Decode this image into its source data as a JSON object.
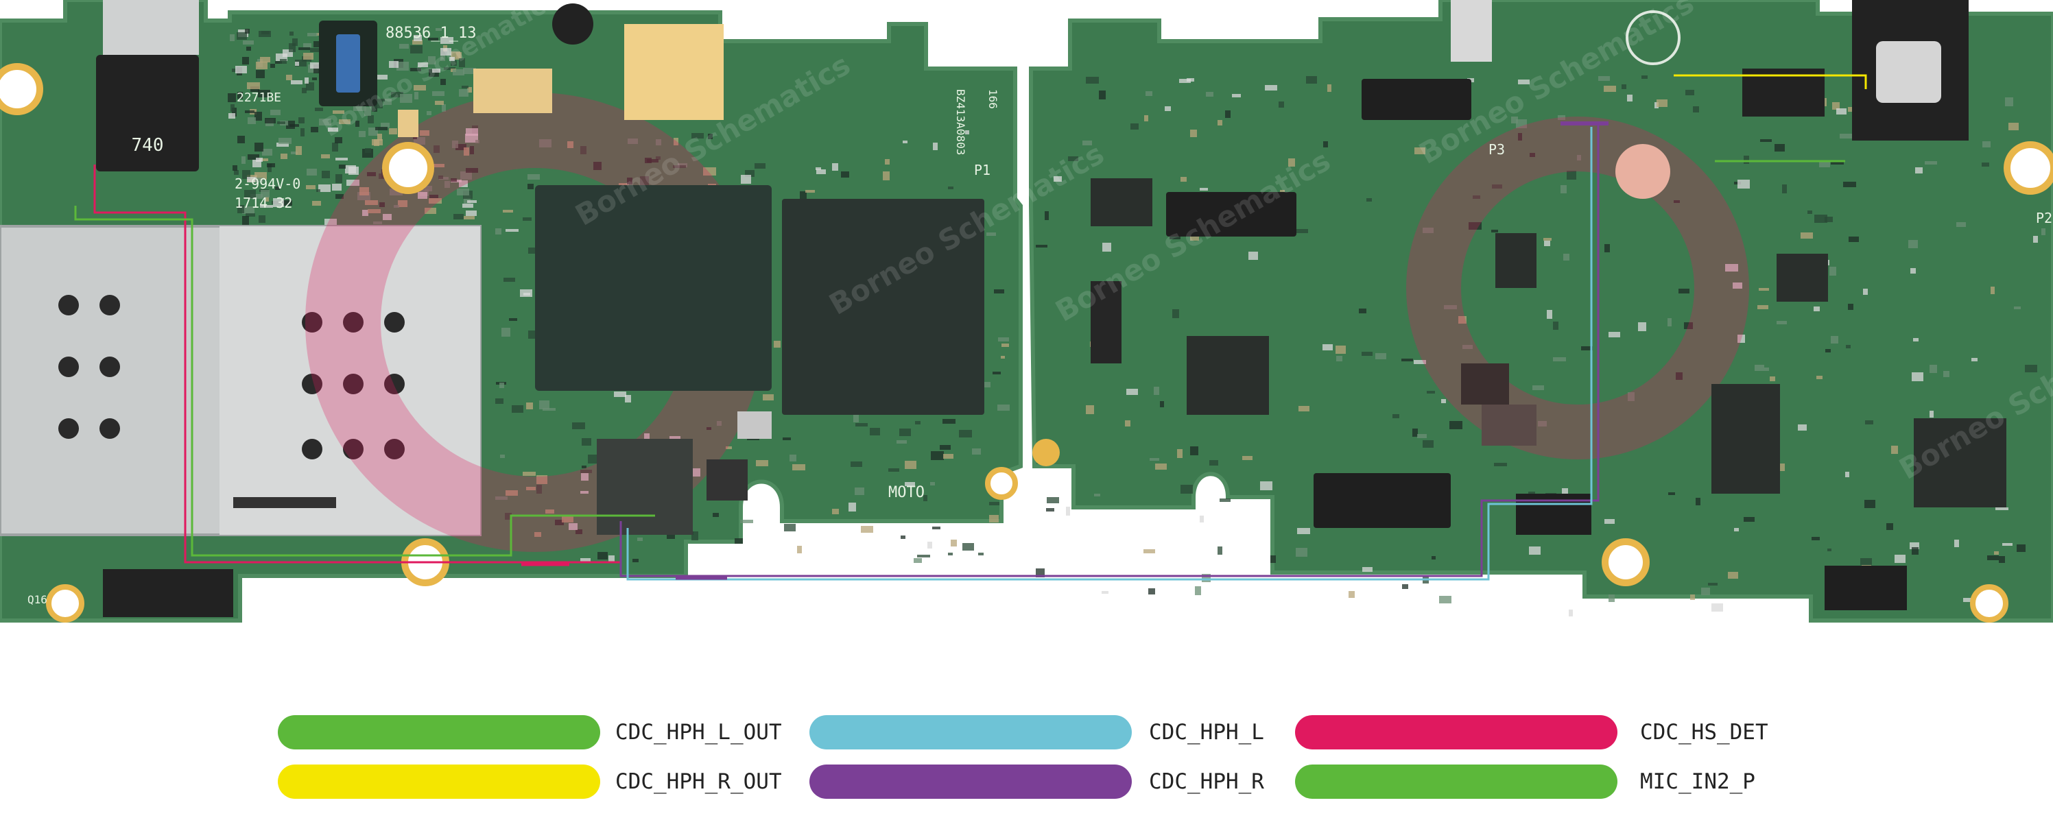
{
  "board": {
    "labels": {
      "code": "88536_1_13",
      "chip": "2271BE",
      "part_line": "2-994V-0",
      "date": "1714 32",
      "inductor": "740",
      "p1": "P1",
      "p2": "P2",
      "p3": "P3",
      "moto": "MOTO",
      "antenna": "BZ413A0803",
      "antenna_num": "166",
      "left_tag": "Q16"
    },
    "watermark": "Borneo Schematics",
    "colors": {
      "pcb": "#3d7a4f",
      "pcb_dark": "#2f6640",
      "pcb_edge": "#4f8c60",
      "gold": "#e8b64a",
      "chip": "#2a3a34",
      "shield": "#c9cccc",
      "pad": "#d6c08a",
      "bg": "#ffffff"
    }
  },
  "legend": {
    "items": [
      {
        "label": "CDC_HPH_L_OUT",
        "color": "#5cb83a"
      },
      {
        "label": "CDC_HPH_L",
        "color": "#6ec3d6"
      },
      {
        "label": "CDC_HS_DET",
        "color": "#e0195f"
      },
      {
        "label": "CDC_HPH_R_OUT",
        "color": "#f4e600"
      },
      {
        "label": "CDC_HPH_R",
        "color": "#7b3f96"
      },
      {
        "label": "MIC_IN2_P",
        "color": "#5cb83a"
      }
    ]
  }
}
